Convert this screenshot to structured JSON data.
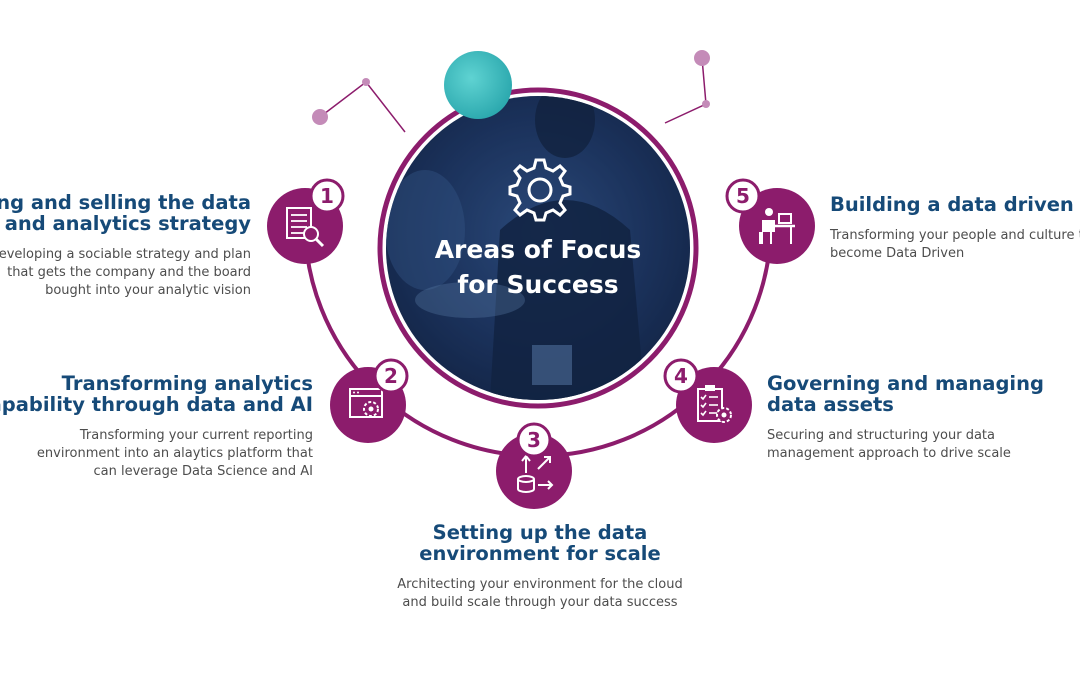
{
  "hero": {
    "line1": "Areas of Focus",
    "line2": "for Success",
    "icon": "gear-icon"
  },
  "colors": {
    "ring": "#8c1c6c",
    "node": "#8c1c6c",
    "title": "#164a78",
    "text": "#4d4d4d",
    "accent_dot": "#c8a2c8",
    "teal": "#3ec1c4"
  },
  "steps": [
    {
      "number": "1",
      "title": [
        "ilding and selling the data",
        "and analytics strategy"
      ],
      "desc": [
        "Developing a sociable strategy and plan",
        "that gets the company and the board",
        "bought into your analytic vision"
      ],
      "icon": "document-search-icon"
    },
    {
      "number": "2",
      "title": [
        "Transforming analytics",
        "capability through data and AI"
      ],
      "desc": [
        "Transforming your current reporting",
        "environment into an alaytics platform that",
        "can leverage Data Science and AI"
      ],
      "icon": "browser-gear-icon"
    },
    {
      "number": "3",
      "title": [
        "Setting up the data",
        "environment for scale"
      ],
      "desc": [
        "Architecting your environment for the cloud",
        "and build scale through your data success"
      ],
      "icon": "database-arrows-icon"
    },
    {
      "number": "4",
      "title": [
        "Governing and managing",
        "data assets"
      ],
      "desc": [
        "Securing and structuring your data",
        "management approach to drive scale"
      ],
      "icon": "clipboard-gear-icon"
    },
    {
      "number": "5",
      "title": [
        "Building a data driven cul"
      ],
      "desc": [
        "Transforming your people and culture to",
        "become Data Driven"
      ],
      "icon": "person-at-desk-icon"
    }
  ]
}
